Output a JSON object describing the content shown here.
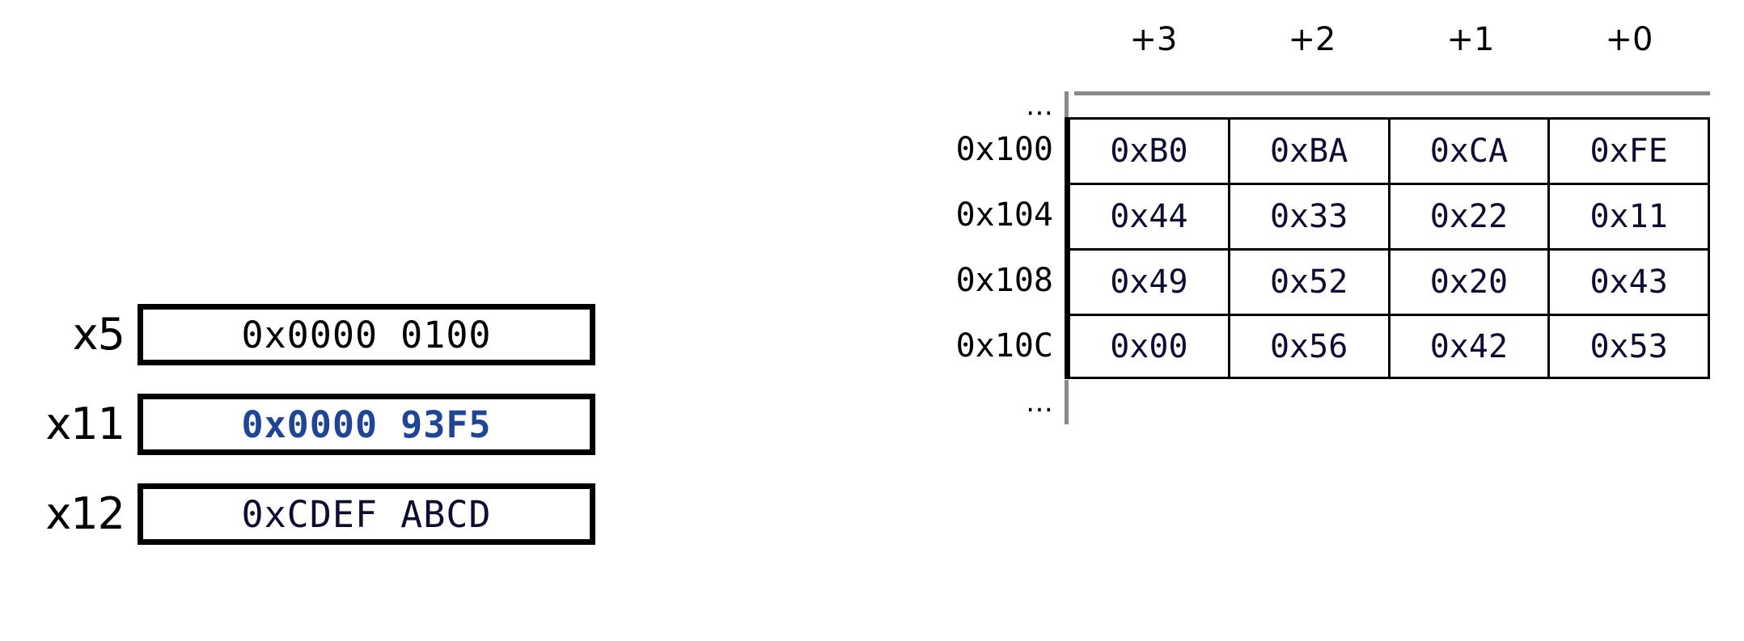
{
  "registers": {
    "rows": [
      {
        "label": "x5",
        "value": "0x0000 0100",
        "style": "plain"
      },
      {
        "label": "x11",
        "value": "0x0000 93F5",
        "style": "highlight"
      },
      {
        "label": "x12",
        "value": "0xCDEF ABCD",
        "style": "navy"
      }
    ]
  },
  "memory": {
    "column_headers": [
      "+3",
      "+2",
      "+1",
      "+0"
    ],
    "ellipsis_top": "…",
    "ellipsis_bottom": "…",
    "rows": [
      {
        "address": "0x100",
        "cells": [
          "0xB0",
          "0xBA",
          "0xCA",
          "0xFE"
        ]
      },
      {
        "address": "0x104",
        "cells": [
          "0x44",
          "0x33",
          "0x22",
          "0x11"
        ]
      },
      {
        "address": "0x108",
        "cells": [
          "0x49",
          "0x52",
          "0x20",
          "0x43"
        ]
      },
      {
        "address": "0x10C",
        "cells": [
          "0x00",
          "0x56",
          "0x42",
          "0x53"
        ]
      }
    ]
  },
  "colors": {
    "background": "#ffffff",
    "text_black": "#000000",
    "text_navy": "#0d0d33",
    "highlight_blue": "#1e4596",
    "rule_grey": "#8a8a8a",
    "border_black": "#000000"
  }
}
